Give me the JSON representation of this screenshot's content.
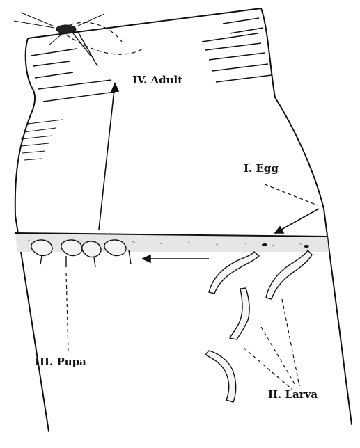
{
  "diagram": {
    "labels": {
      "adult": "IV. Adult",
      "egg": "I. Egg",
      "pupa": "III. Pupa",
      "larva": "II. Larva"
    },
    "colors": {
      "ink": "#111111",
      "water": "#d9d9d9",
      "background": "#ffffff"
    }
  }
}
